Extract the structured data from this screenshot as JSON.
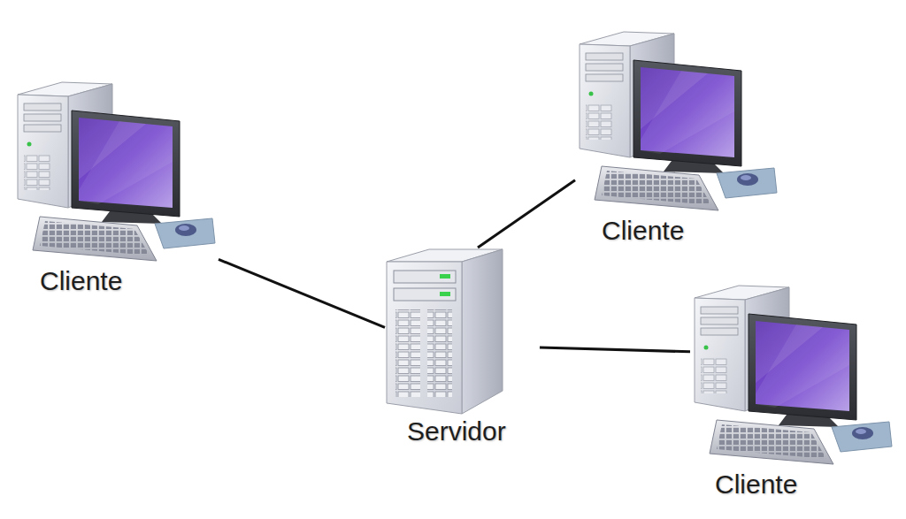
{
  "diagram": {
    "nodes": [
      {
        "text": [
          "Cliente"
        ]
      },
      {
        "text": [
          "Cliente"
        ]
      },
      {
        "text": [
          "Servidor"
        ]
      },
      {
        "text": [
          "Cliente"
        ]
      }
    ],
    "edges": [
      {
        "from": 2,
        "to": 0,
        "arrow": "none"
      },
      {
        "from": 2,
        "to": 1,
        "arrow": "none"
      },
      {
        "from": 2,
        "to": 3,
        "arrow": "none"
      }
    ]
  }
}
